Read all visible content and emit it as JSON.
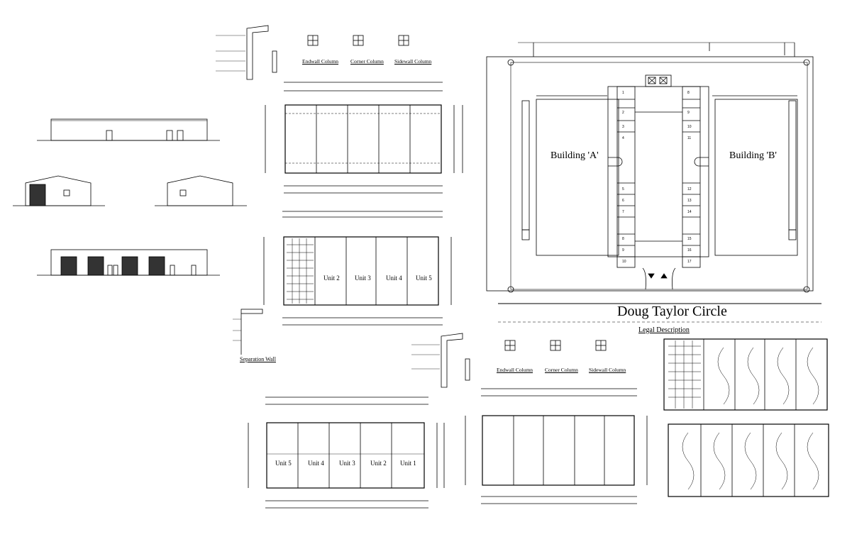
{
  "site_plan": {
    "street_name": "Doug Taylor Circle",
    "building_a": "Building 'A'",
    "building_b": "Building 'B'",
    "legal_description": "Legal Description",
    "parking_numbers_left": [
      "1",
      "2",
      "3",
      "4",
      "5",
      "6",
      "7",
      "8",
      "9",
      "10"
    ],
    "parking_numbers_right": [
      "8",
      "9",
      "10",
      "11",
      "12",
      "13",
      "14",
      "15",
      "16",
      "17"
    ]
  },
  "details": {
    "column_labels_top": [
      "Endwall Column",
      "Corner Column",
      "Sidewall Column"
    ],
    "column_labels_bottom": [
      "Endwall Column",
      "Corner Column",
      "Sidewall Column"
    ],
    "separation_wall": "Separation Wall"
  },
  "floor_plans": {
    "mid_units": [
      "Unit 2",
      "Unit 3",
      "Unit 4",
      "Unit 5"
    ],
    "bottom_units": [
      "Unit 5",
      "Unit 4",
      "Unit 3",
      "Unit 2",
      "Unit 1"
    ]
  },
  "colors": {
    "line": "#000000",
    "background": "#ffffff",
    "fill_dark": "#333333"
  }
}
